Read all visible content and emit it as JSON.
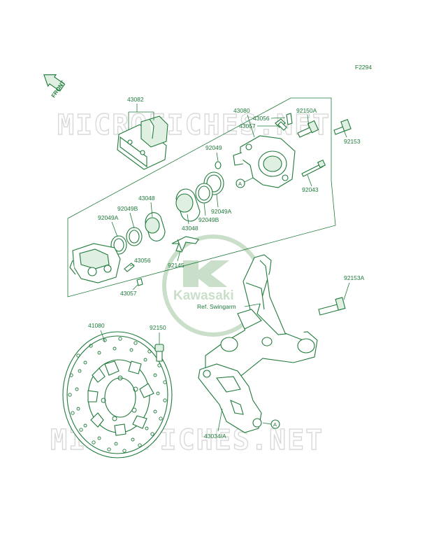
{
  "figure_code": "F2294",
  "front_label": "FRONT",
  "reference_label": "Ref. Swingarm",
  "watermark": {
    "text": "MICROFICHES.NET",
    "logo": "Kawasaki"
  },
  "callout": "A",
  "parts": {
    "p43082": "43082",
    "p43080": "43080",
    "p43056_top": "43056",
    "p43057_top": "43057",
    "p92150A": "92150A",
    "p92153": "92153",
    "p92049_top": "92049",
    "p92043": "92043",
    "p43048_top": "43048",
    "p92049B_left": "92049B",
    "p92049A_left": "92049A",
    "p92049A_right": "92049A",
    "p92049B_right": "92049B",
    "p43048_mid": "43048",
    "p43056_low": "43056",
    "p43057_low": "43057",
    "p92145": "92145",
    "p92153A": "92153A",
    "p41080": "41080",
    "p92150": "92150",
    "p43034A": "43034/A"
  }
}
